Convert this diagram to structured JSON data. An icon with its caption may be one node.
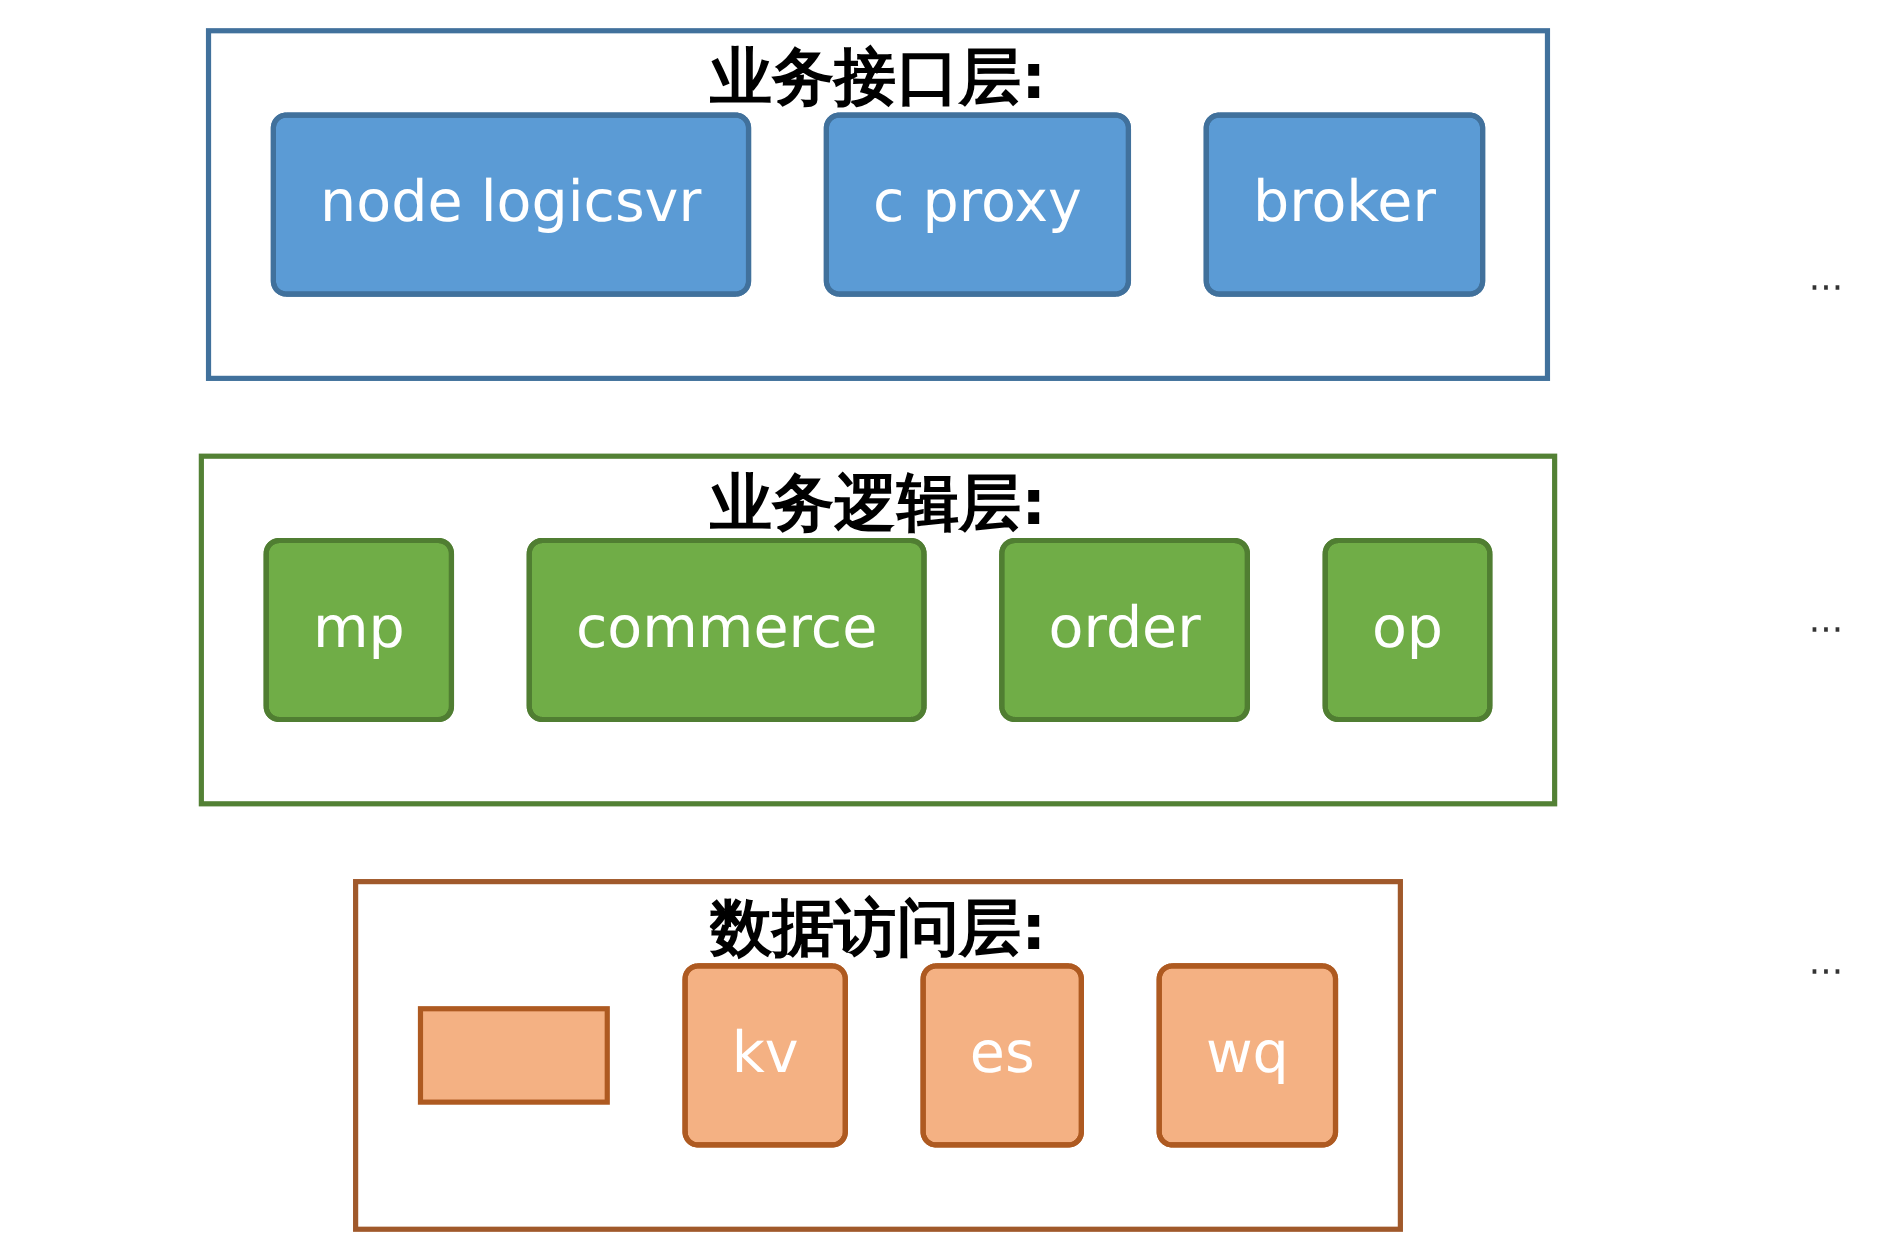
{
  "diagram": {
    "nodes": [
      {
        "text": [
          "业务接口层:"
        ]
      },
      {
        "text": [
          "node logicsvr"
        ],
        "in": 0
      },
      {
        "text": [
          "c proxy"
        ],
        "in": 0
      },
      {
        "text": [
          "broker"
        ],
        "in": 0
      },
      {
        "text": [
          "业务逻辑层:"
        ]
      },
      {
        "text": [
          "mp"
        ],
        "in": 4
      },
      {
        "text": [
          "commerce"
        ],
        "in": 4
      },
      {
        "text": [
          "order"
        ],
        "in": 4
      },
      {
        "text": [
          "op"
        ],
        "in": 4
      },
      {
        "text": [
          "数据访问层:"
        ]
      },
      {
        "text": [],
        "shape": "box",
        "in": 9
      },
      {
        "text": [
          "kv"
        ],
        "in": 9
      },
      {
        "text": [
          "es"
        ],
        "in": 9
      },
      {
        "text": [
          "wq"
        ],
        "in": 9
      }
    ],
    "labels": [
      "···",
      "···",
      "···"
    ]
  }
}
